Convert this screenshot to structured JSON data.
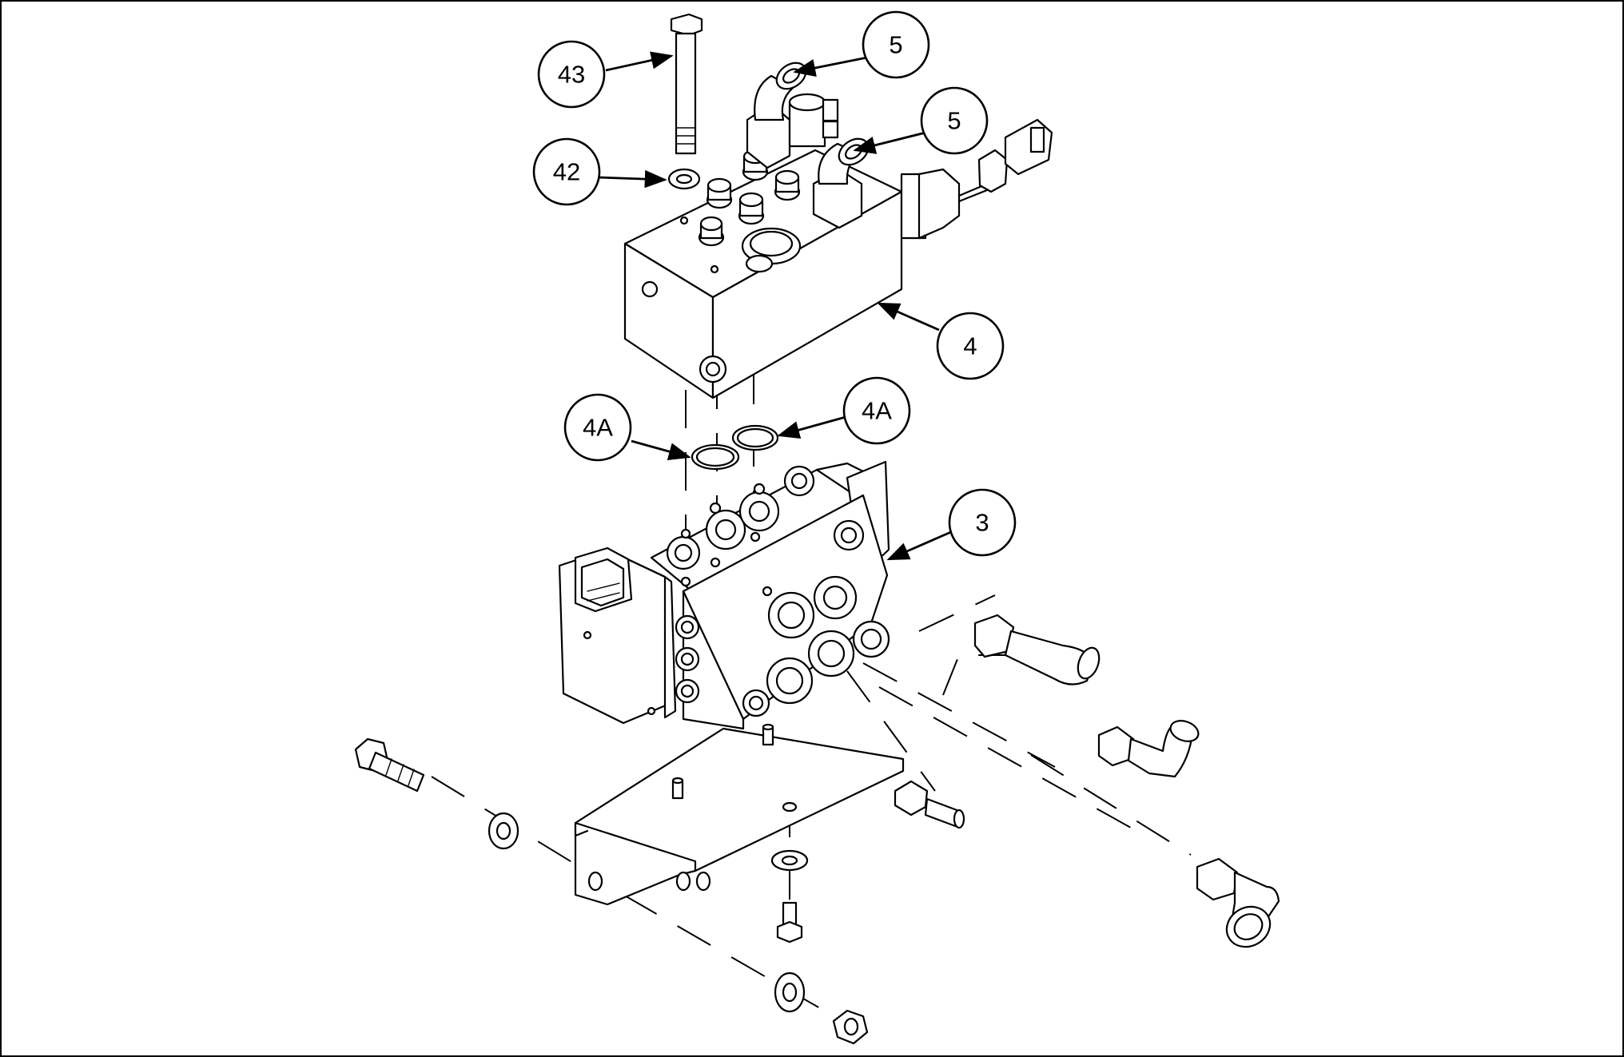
{
  "callouts": [
    {
      "id": "43",
      "label": "43"
    },
    {
      "id": "5a",
      "label": "5"
    },
    {
      "id": "5b",
      "label": "5"
    },
    {
      "id": "42",
      "label": "42"
    },
    {
      "id": "4",
      "label": "4"
    },
    {
      "id": "4Aa",
      "label": "4A"
    },
    {
      "id": "4Ab",
      "label": "4A"
    },
    {
      "id": "3",
      "label": "3"
    }
  ],
  "colors": {
    "line": "#000000",
    "background": "#ffffff"
  }
}
